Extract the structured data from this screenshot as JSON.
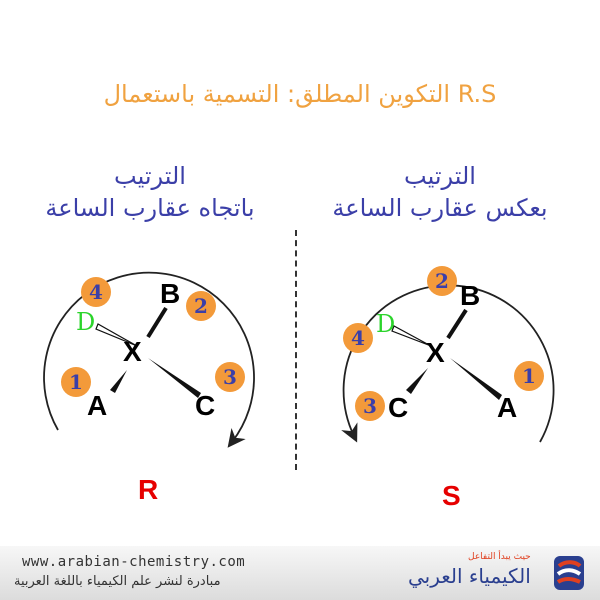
{
  "title": "التكوين المطلق: التسمية باستعمال R.S",
  "left": {
    "heading_line1": "الترتيب",
    "heading_line2": "باتجاه عقارب الساعة",
    "center": "X",
    "atoms": {
      "B": "B",
      "D": "D",
      "A": "A",
      "C": "C"
    },
    "priorities": {
      "B": "2",
      "D": "4",
      "A": "1",
      "C": "3"
    },
    "config": "R"
  },
  "right": {
    "heading_line1": "الترتيب",
    "heading_line2": "بعكس عقارب الساعة",
    "center": "X",
    "atoms": {
      "B": "B",
      "D": "D",
      "A": "A",
      "C": "C"
    },
    "priorities": {
      "B": "2",
      "D": "4",
      "A": "1",
      "C": "3"
    },
    "config": "S"
  },
  "footer": {
    "url": "www.arabian-chemistry.com",
    "slogan": "مبادرة لنشر علم الكيمياء باللغة العربية",
    "logo_tagline": "حيث يبدأ التفاعل",
    "logo_name": "الكيمياء العربي"
  },
  "colors": {
    "title": "#f0a240",
    "heading": "#3b3fa8",
    "config_label": "#e60000",
    "priority_badge": "#f39a3a",
    "deuterium": "#2bd42b",
    "priority_text": "#3b3fa8"
  }
}
